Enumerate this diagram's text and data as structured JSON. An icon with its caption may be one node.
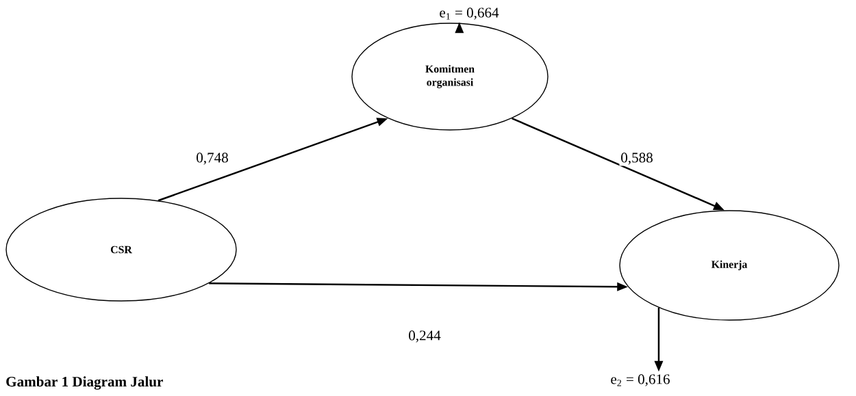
{
  "diagram": {
    "caption": "Gambar 1 Diagram Jalur",
    "nodes": [
      {
        "text": [
          "Komitmen organisasi"
        ]
      },
      {
        "text": [
          "CSR"
        ]
      },
      {
        "text": [
          "Kinerja"
        ]
      },
      {
        "text": [
          "e$_{1}$ = 0,664"
        ]
      },
      {
        "text": [
          "e$_{2}$ = 0,616"
        ]
      }
    ],
    "edges": [
      {
        "from": 1,
        "to": 0,
        "arrow": "to",
        "label": "0,748"
      },
      {
        "from": 0,
        "to": 2,
        "arrow": "to",
        "label": "0,588"
      },
      {
        "from": 1,
        "to": 2,
        "arrow": "to",
        "label": "0,244"
      },
      {
        "from": 0,
        "to": 3,
        "arrow": "to"
      },
      {
        "from": 2,
        "to": 4,
        "arrow": "to"
      }
    ]
  }
}
